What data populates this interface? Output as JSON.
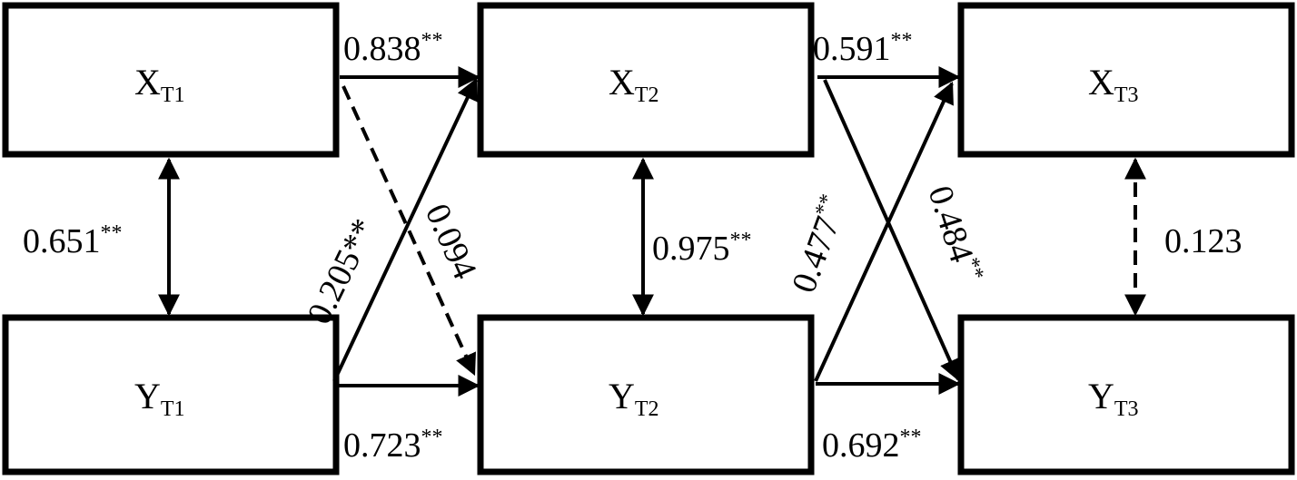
{
  "nodes": {
    "xt1": {
      "var": "X",
      "sub": "T1"
    },
    "yt1": {
      "var": "Y",
      "sub": "T1"
    },
    "xt2": {
      "var": "X",
      "sub": "T2"
    },
    "yt2": {
      "var": "Y",
      "sub": "T2"
    },
    "xt3": {
      "var": "X",
      "sub": "T3"
    },
    "yt3": {
      "var": "Y",
      "sub": "T3"
    }
  },
  "paths": {
    "xt1_xt2": {
      "value": "0.838",
      "sig": "**",
      "style": "solid"
    },
    "yt1_yt2": {
      "value": "0.723",
      "sig": "**",
      "style": "solid"
    },
    "yt1_xt2": {
      "value": "0.205",
      "sig": "**",
      "style": "solid"
    },
    "xt1_yt2": {
      "value": "0.094",
      "sig": "",
      "style": "dashed"
    },
    "xt2_xt3": {
      "value": "0.591",
      "sig": "**",
      "style": "solid"
    },
    "yt2_yt3": {
      "value": "0.692",
      "sig": "**",
      "style": "solid"
    },
    "yt2_xt3": {
      "value": "0.477",
      "sig": "**",
      "style": "solid"
    },
    "xt2_yt3": {
      "value": "0.484",
      "sig": "**",
      "style": "solid"
    },
    "xt1_yt1": {
      "value": "0.651",
      "sig": "**",
      "style": "solid"
    },
    "xt2_yt2": {
      "value": "0.975",
      "sig": "**",
      "style": "solid"
    },
    "xt3_yt3": {
      "value": "0.123",
      "sig": "",
      "style": "dashed"
    }
  }
}
